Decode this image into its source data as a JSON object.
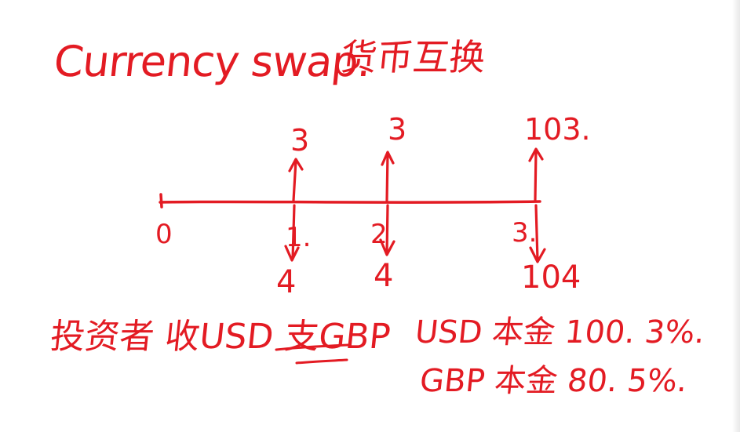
{
  "heading": {
    "english": "Currency swap.",
    "chinese": "货币互换"
  },
  "timeline": {
    "period_labels": [
      "0",
      "1.",
      "2",
      "3."
    ],
    "inflows": [
      "3",
      "3",
      "103."
    ],
    "outflows": [
      "4",
      "4",
      "104"
    ]
  },
  "notes": {
    "investor": "投资者 收USD 支GBP",
    "usd_principal": "USD 本金 100. 3%.",
    "gbp_principal": "GBP 本金 80. 5%."
  },
  "colors": {
    "ink": "#e31b23",
    "background": "#ffffff"
  }
}
